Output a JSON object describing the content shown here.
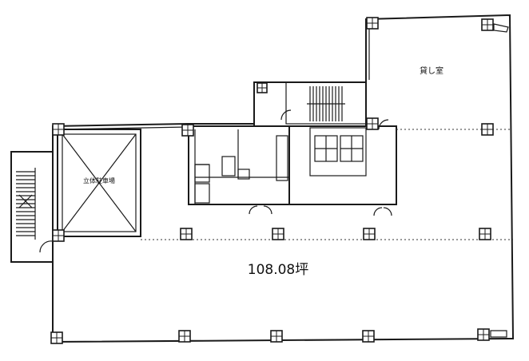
{
  "labels": {
    "rental_room": "貸し室",
    "parking": "立体駐車場",
    "area": "108.08坪"
  }
}
